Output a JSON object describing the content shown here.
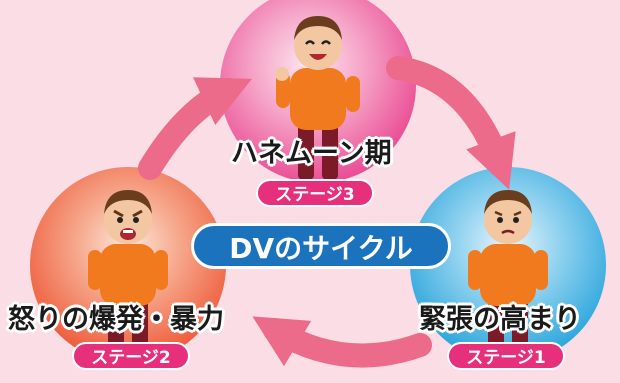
{
  "title": "DVのサイクル",
  "stages": [
    {
      "name": "ハネムーン期",
      "badge": "ステージ3"
    },
    {
      "name": "緊張の高まり",
      "badge": "ステージ1"
    },
    {
      "name": "怒りの爆発・暴力",
      "badge": "ステージ2"
    }
  ],
  "colors": {
    "background": "#fbdde5",
    "arrow": "#ec6b8a",
    "badge": "#e6307c",
    "title_pill": "#1b72bd",
    "circle_stage3": "#ea4f95",
    "circle_stage1": "#2aa5dc",
    "circle_stage2": "#ee5a3a",
    "shirt": "#f27a1e",
    "pants": "#7a1b27"
  },
  "figures": [
    {
      "stage": "ステージ3",
      "expression": "smiling"
    },
    {
      "stage": "ステージ1",
      "expression": "worried"
    },
    {
      "stage": "ステージ2",
      "expression": "angry"
    }
  ]
}
